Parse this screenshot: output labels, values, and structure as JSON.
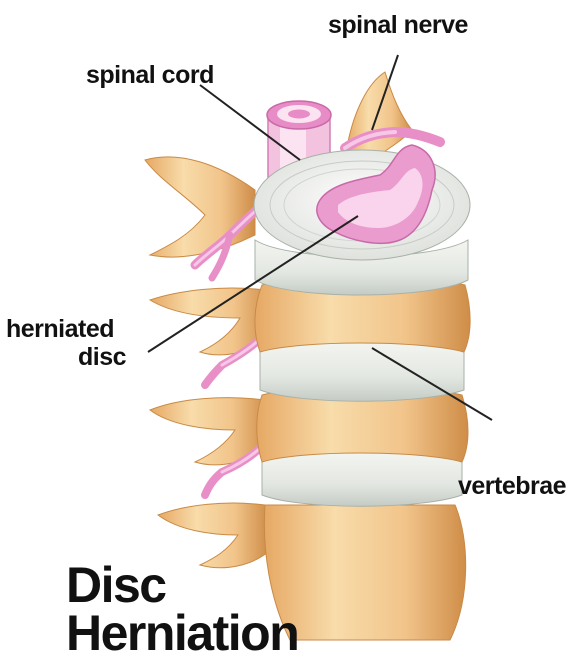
{
  "labels": {
    "spinal_nerve": "spinal nerve",
    "spinal_cord": "spinal cord",
    "herniated_disc_line1": "herniated",
    "herniated_disc_line2": "disc",
    "vertebrae": "vertebrae"
  },
  "title": {
    "line1": "Disc",
    "line2": "Herniation"
  },
  "colors": {
    "bone_light": "#f7d8a6",
    "bone_mid": "#eeb872",
    "bone_dark": "#c98a45",
    "disc_light": "#f1f2ee",
    "disc_shadow": "#c7cec7",
    "nerve_pink": "#e98fc8",
    "nerve_light": "#f6c7e6",
    "leader_line": "#222222"
  }
}
